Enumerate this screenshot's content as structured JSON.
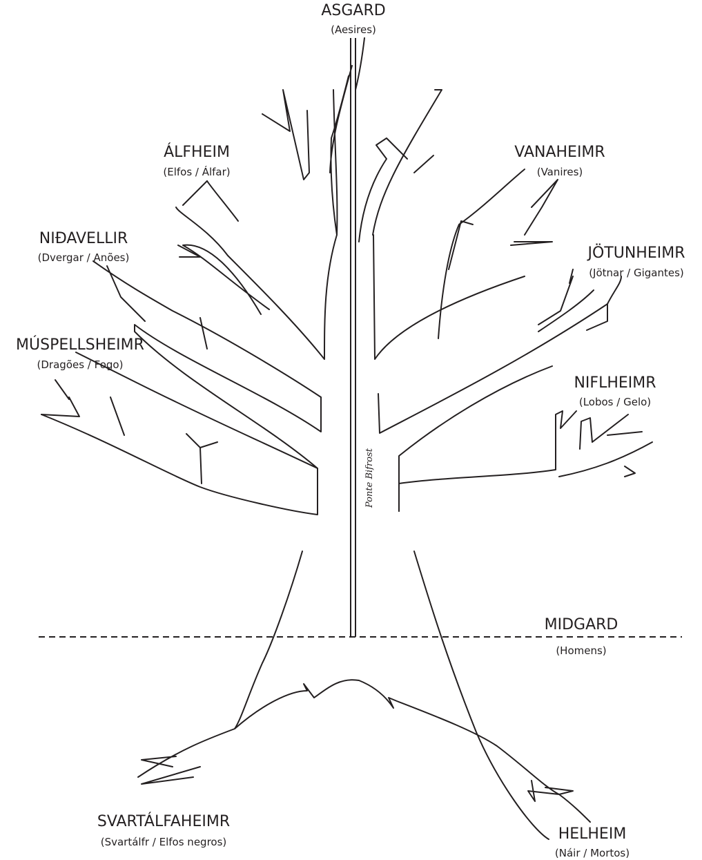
{
  "colors": {
    "ink": "#231f20",
    "background": "#ffffff"
  },
  "realms": [
    {
      "id": "asgard",
      "name": "ASGARD",
      "inhabitants": "(Aesires)"
    },
    {
      "id": "alfheim",
      "name": "ÁLFHEIM",
      "inhabitants": "(Elfos / Álfar)"
    },
    {
      "id": "vanaheimr",
      "name": "VANAHEIMR",
      "inhabitants": "(Vanires)"
    },
    {
      "id": "nidavellir",
      "name": "NIÐAVELLIR",
      "inhabitants": "(Dvergar / Anões)"
    },
    {
      "id": "jotunheimr",
      "name": "JÖTUNHEIMR",
      "inhabitants": "(Jötnar / Gigantes)"
    },
    {
      "id": "muspellsheimr",
      "name": "MÚSPELLSHEIMR",
      "inhabitants": "(Dragões / Fogo)"
    },
    {
      "id": "niflheimr",
      "name": "NIFLHEIMR",
      "inhabitants": "(Lobos / Gelo)"
    },
    {
      "id": "midgard",
      "name": "MIDGARD",
      "inhabitants": "(Homens)"
    },
    {
      "id": "svartalfaheimr",
      "name": "SVARTÁLFAHEIMR",
      "inhabitants": "(Svartálfr / Elfos negros)"
    },
    {
      "id": "helheim",
      "name": "HELHEIM",
      "inhabitants": "(Náir / Mortos)"
    }
  ],
  "bridge": {
    "label": "Ponte Bifrost"
  }
}
